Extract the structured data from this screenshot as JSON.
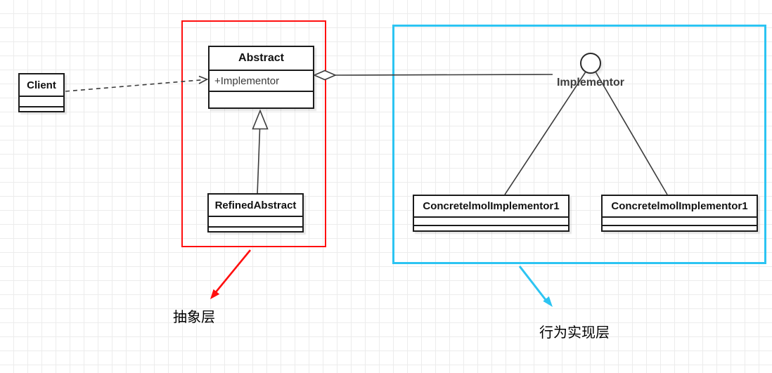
{
  "colors": {
    "accent_red": "#ff0f0f",
    "accent_cyan": "#2cc4f2",
    "edge": "#3c3c3c",
    "box_border": "#1b1b1b"
  },
  "classes": {
    "client": {
      "title": "Client"
    },
    "abstract": {
      "title": "Abstract",
      "attribute": "+Implementor"
    },
    "refined_abstract": {
      "title": "RefinedAbstract"
    },
    "concrete_implementor_1": {
      "title": "ConcretelmolImplementor1"
    },
    "concrete_implementor_2": {
      "title": "ConcretelmolImplementor1"
    }
  },
  "interface": {
    "label": "Implementor"
  },
  "annotations": {
    "abstraction_layer": "抽象层",
    "implementation_layer": "行为实现层"
  }
}
